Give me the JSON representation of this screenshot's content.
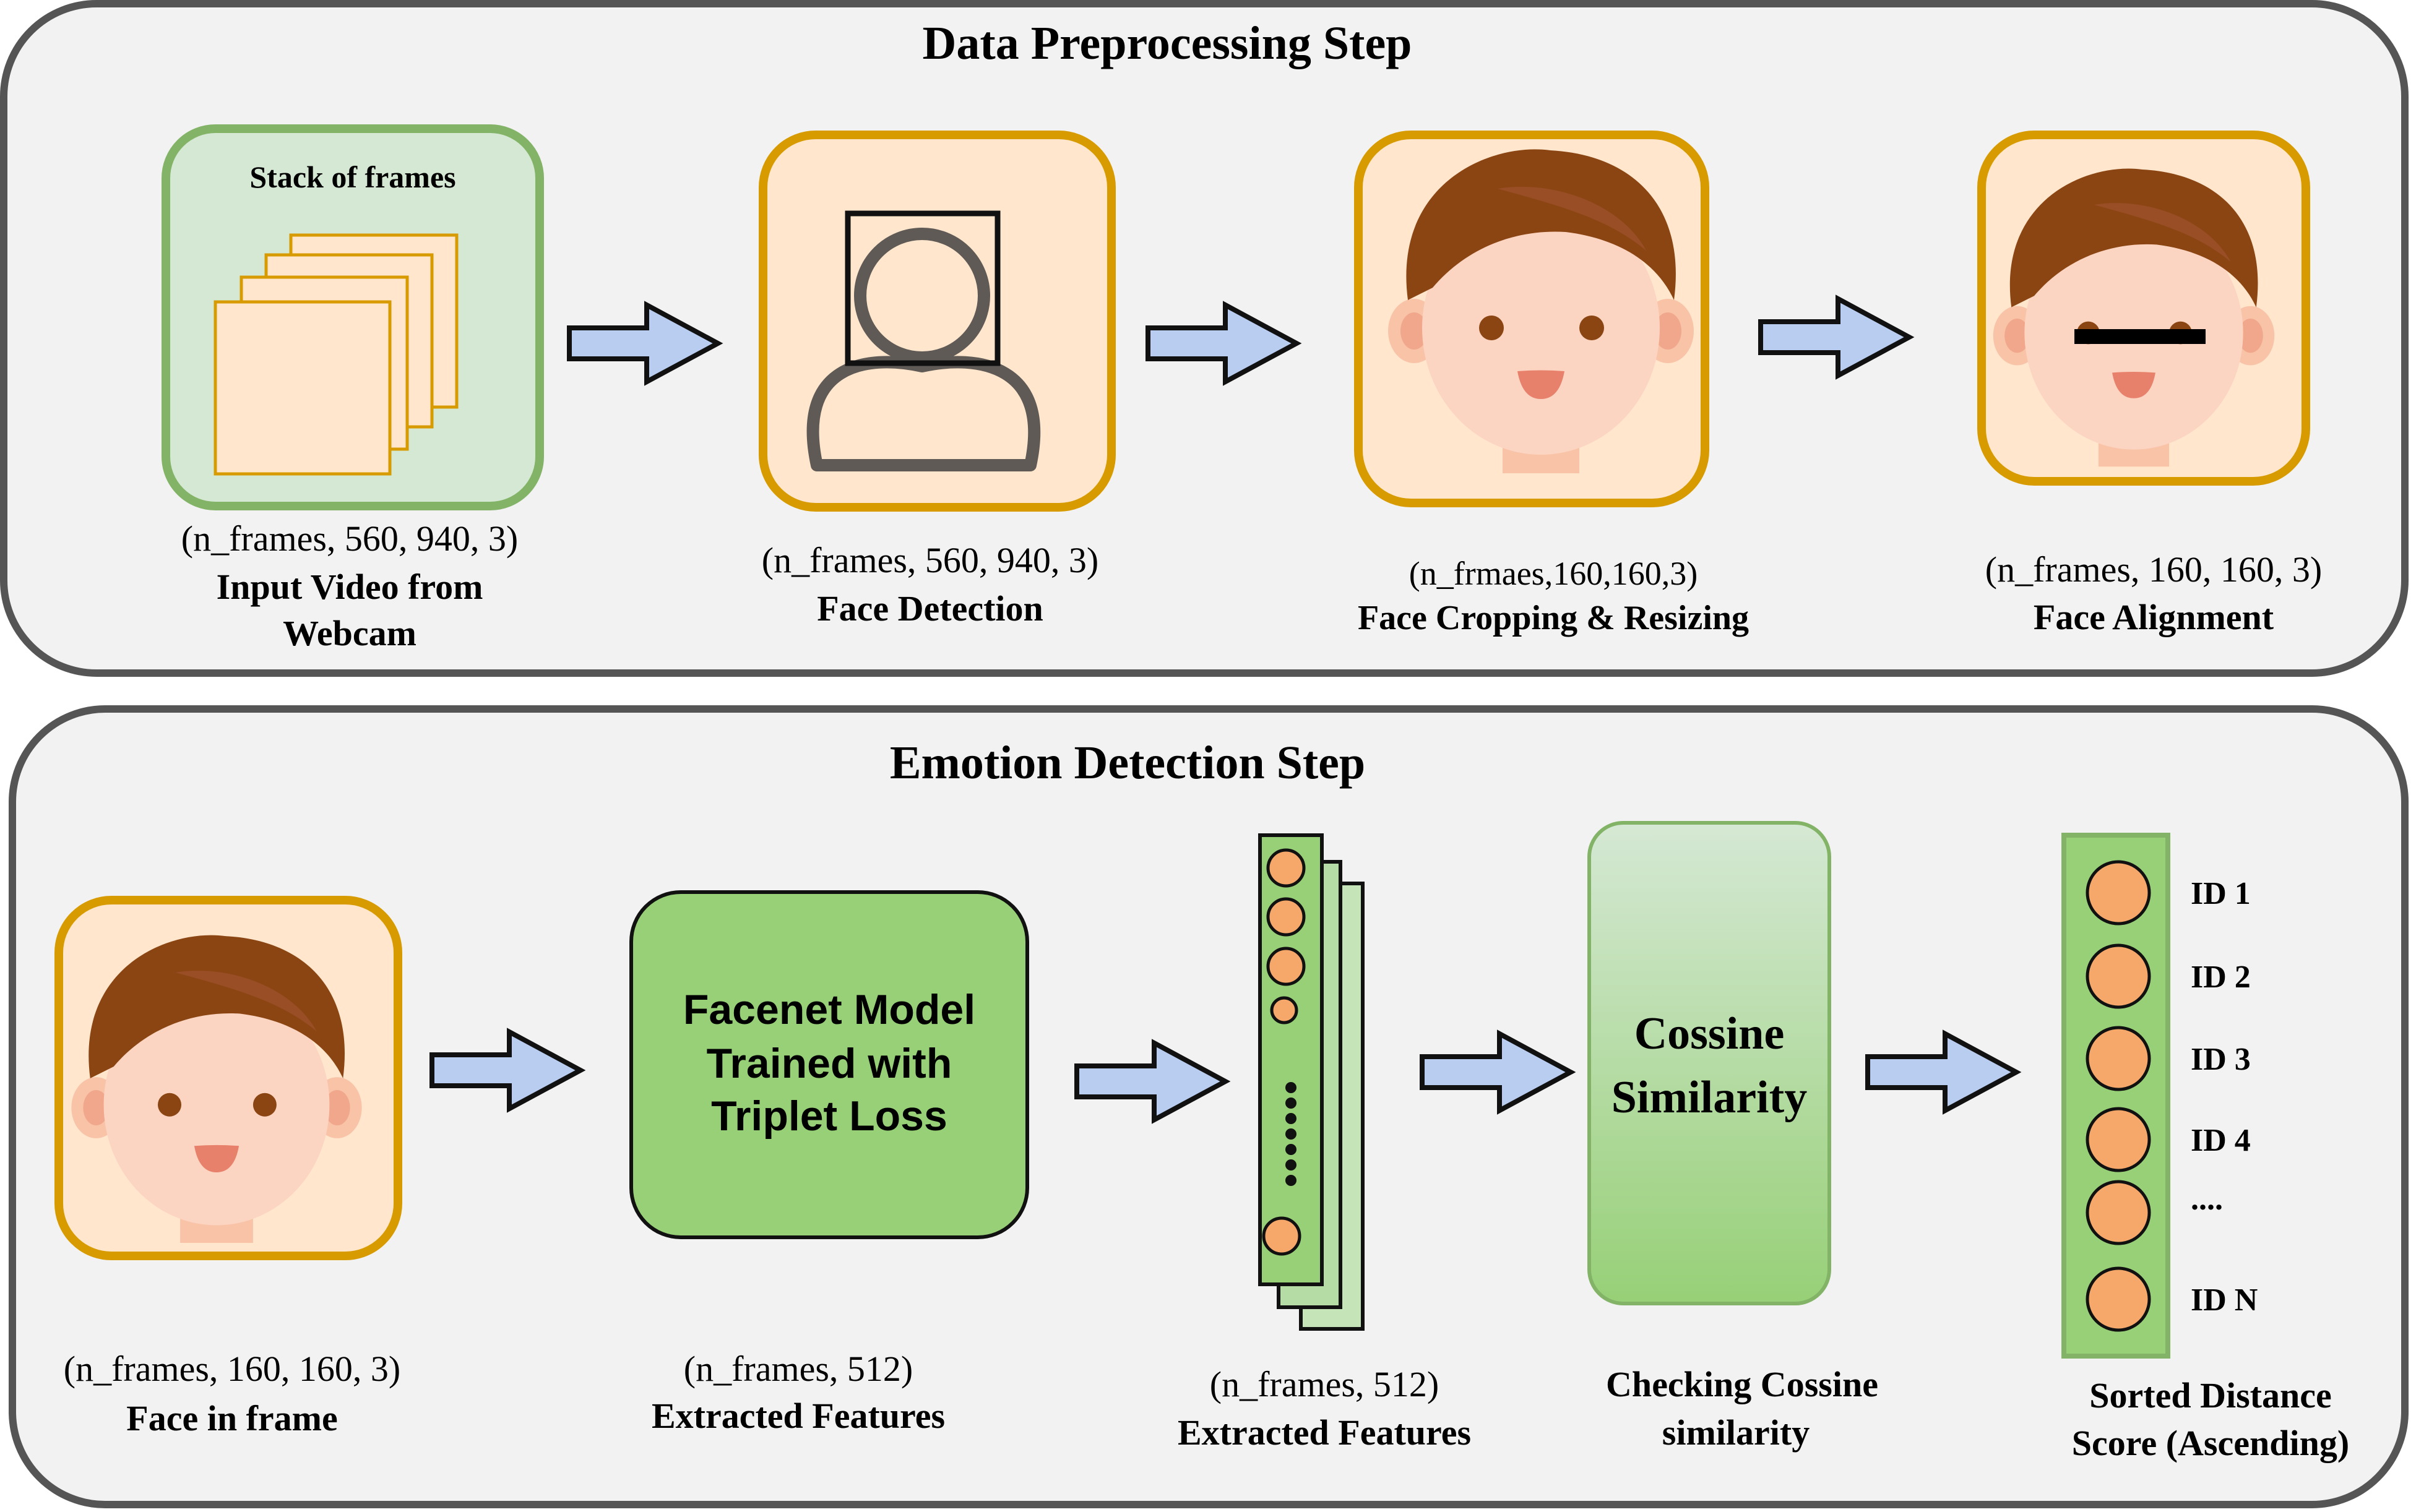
{
  "colors": {
    "panel_bg": "#f2f2f2",
    "panel_border": "#555555",
    "green_box_fill": "#d5e8d4",
    "green_box_border": "#82b366",
    "green_model_fill": "#97d077",
    "orange_box_fill": "#ffe6cc",
    "orange_box_border": "#d79b00",
    "arrow_fill": "#b9cdf0",
    "circle_fill": "#f6a86a",
    "hair": "#8b4513",
    "skin": "#fcd5c2"
  },
  "preprocessing": {
    "title": "Data Preprocessing Step",
    "stack_label": "Stack of frames",
    "input": {
      "shape": "(n_frames, 560, 940, 3)",
      "label_line1": "Input Video from",
      "label_line2": "Webcam"
    },
    "detection": {
      "shape": "(n_frames, 560, 940, 3)",
      "label": "Face Detection"
    },
    "cropping": {
      "shape": "(n_frmaes,160,160,3)",
      "label": "Face Cropping & Resizing"
    },
    "alignment": {
      "shape": "(n_frames, 160, 160, 3)",
      "label": "Face Alignment"
    }
  },
  "emotion": {
    "title": "Emotion Detection Step",
    "face": {
      "shape": "(n_frames, 160, 160, 3)",
      "label": "Face in frame"
    },
    "model": {
      "line1": "Facenet Model",
      "line2": "Trained with",
      "line3": "Triplet Loss",
      "shape": "(n_frames, 512)",
      "label": "Extracted Features"
    },
    "features": {
      "shape": "(n_frames, 512)",
      "label": "Extracted Features"
    },
    "similarity": {
      "line1": "Cossine",
      "line2": "Similarity",
      "label_line1": "Checking Cossine",
      "label_line2": "similarity"
    },
    "scores": {
      "ids": [
        "ID 1",
        "ID 2",
        "ID 3",
        "ID 4",
        "....",
        "ID N"
      ],
      "label_line1": "Sorted Distance",
      "label_line2": "Score (Ascending)"
    }
  }
}
